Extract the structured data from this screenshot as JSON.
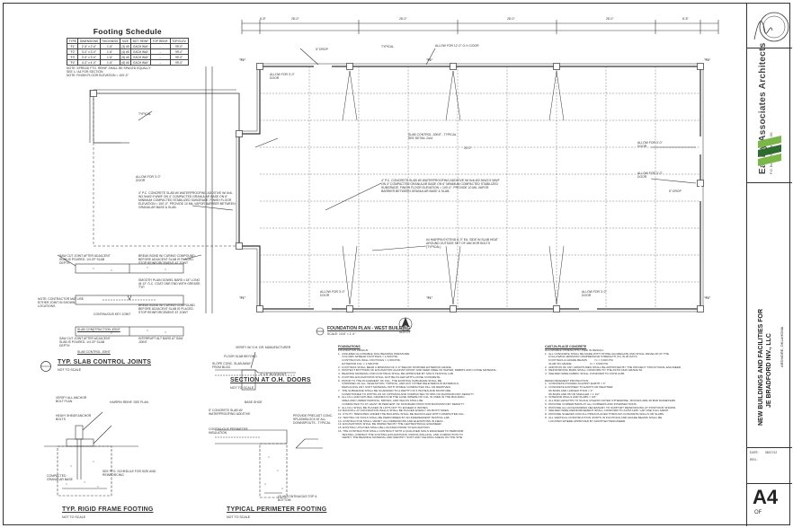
{
  "footing_schedule": {
    "title": "Footing Schedule",
    "headers": [
      "TYPE",
      "DIMENSIONS",
      "THICKNESS",
      "SIZE",
      "BOT. REINF.",
      "TOP REINF.",
      "TOP ELEV."
    ],
    "rows": [
      [
        "\"F1\"",
        "2'-6\" x 2'-6\"",
        "1'-6\"",
        "(3) #5",
        "EACH WAY",
        "--",
        "99'-0\""
      ],
      [
        "\"F2\"",
        "3'-0\" x 3'-0\"",
        "1'-6\"",
        "(4) #5",
        "EACH WAY",
        "--",
        "99'-0\""
      ],
      [
        "\"F3\"",
        "3'-6\" x 3'-6\"",
        "1'-6\"",
        "(5) #5",
        "EACH WAY",
        "--",
        "99'-0\""
      ],
      [
        "\"F4\"",
        "4'-0\" x 4'-0\"",
        "1'-6\"",
        "(6) #5",
        "EACH WAY",
        "--",
        "99'-0\""
      ]
    ],
    "note1": "NOTE: SPREAD FTG. REINF. SHALL BE SPACED EQUALLY",
    "note2": "SEE 1 / A4 FOR SECTION",
    "note3": "NOTE: FINISH FLOOR ELEVATION = 100'-0\""
  },
  "plan": {
    "title": "FOUNDATION PLAN - WEST BUILDING",
    "scale": "SCALE: 1/16\" = 1'-0\"",
    "north": "NORTH",
    "top_dims": [
      "8'-8\"",
      "28'-0\"",
      "28'-0\"",
      "28'-0\"",
      "28'-0\"",
      "8'-8\""
    ],
    "slab_note": "4\" P.C. CONCRETE SLAB W/ WATERPROOFING ADDITIVE W/ 6x6-W2.9xW2.9 WWF ON 4\" COMPACTED GRANULAR BASE ON 6\" MINIMUM COMPACTED STABILIZED SUBGRADE. FINISH FLOOR ELEVATION = 100'-0\". PROVIDE 10 MIL VAPOR BARRIER BETWEEN GRANULAR BASE & SLAB.",
    "joint_note": "SLAB CONTROL JOINT - TYPICAL SEE DETAIL 2/A4",
    "hairpin_note": "#4 HAIRPIN EXTEND 6'-0\" EA. SIDE IN SLAB HEAT AROUND OUTSIDE SET OF ANCHOR BOLTS (TYPICAL)",
    "allow_door": "ALLOW FOR 3'-0\" DOOR",
    "allow_oh": "ALLOW FOR 12'-0\" O.H. DOOR",
    "typical": "TYPICAL",
    "drop": "5\" DROP",
    "marks": [
      "\"F1\"",
      "\"F2\"",
      "\"F3\"",
      "\"F4\""
    ],
    "grid_dim": "25'-0\""
  },
  "details": {
    "slab_joint_title": "TYP. SLAB CONTROL JOINTS",
    "slab_joint_scale": "NOT TO SCALE",
    "slab_construction": "SLAB CONSTRUCTION JOINT",
    "slab_control": "SLAB CONTROL JOINT",
    "saw_cut": "SAW CUT JOINT AFTER ADJACENT SLAB IS POURED. 1/4 OF SLAB DEPTH",
    "break_bond": "BREAK BOND W/ CURING COMPOUND BEFORE ADJACENT SLAB IS PLACED. STOP REINFORCEMENT AT JOINT",
    "smooth_dowel": "SMOOTH PLAIN DOWEL BARS x 18\" LONG @ 12\" O.C. COAT ONE END WITH GREASE, TYP.",
    "continuous_key": "CONTINUOUS KEY JOINT",
    "contractor_note": "NOTE: CONTRACTOR MAY USE EITHER JOINT IN SHOWN LOCATIONS",
    "interrupt": "INTERRUPT ALT BARS AT SAW JOINT",
    "oh_title": "SECTION AT O.H. DOORS",
    "oh_scale": "NOT TO SCALE",
    "oh_notes": [
      "VERIFY W/ O.H. DR. MANUFACTURER",
      "FLOOR SLAB BEYOND",
      "SLOPE CONC. SLAB AWAY FROM BLDG.",
      "4\" x 8\" BLOCKOUT"
    ],
    "rigid_title": "TYP. RIGID FRAME FOOTING",
    "rigid_scale": "NOT TO SCALE",
    "rigid_notes": [
      "VERIFY ALL ANCHOR BOLT PLAN",
      "HAIRPIN REINF. SEE PLAN",
      "HEAVY SHEAR ANCHOR BOLTS",
      "SEE FTG. SCHEDULE FOR SIZE AND REINFORCING",
      "COMPACTED GRANULAR BASE"
    ],
    "perim_title": "TYPICAL PERIMETER FOOTING",
    "perim_scale": "NOT TO SCALE",
    "perim_notes": [
      "BASE SHOE",
      "5\" CONCRETE SLAB W/ WATERPROOFING ADDITIVE",
      "CONTINUOUS PERIMETER INSULATION",
      "PROVIDE PRECAST CONC. SPLASHBLOCK AT ALL DOWNSPOUTS - TYPICAL",
      "(2) #5 CONTINUOUS TOP & BOTTOM"
    ]
  },
  "foundations_notes": {
    "heading": "FOUNDATIONS",
    "lines": [
      "FOUNDATION DESIGN:",
      "1.  ASSUMED ALLOWABLE SOIL BEARING PRESSURE:",
      "     COLUMN SPREAD FOOTINGS = 1,500 PSF",
      "     CONTINUOUS WALL FOOTINGS = 1,500 PSF",
      "     EXTERIOR FILL = 1,500 PSF",
      "2.  FOOTINGS SHALL BEAR A MINIMUM OF 2'-0\" BELOW FINISHED EXTERIOR GRADE.",
      "3.  PROTECT BOTTOMS OF EXCAVATION AGAINST FROST AND KEEP FREE OF WATER, DEBRIS AND LOOSE MATERIAL.",
      "4.  BEARING MATERIAL FOR FOOTINGS SHALL BE APPROVED BY SOILS TESTING LAB.",
      "5.  FOOTING EXCAVATIONS SHALL NOT BE FILLED WITH LOOSE CONCRETE.",
      "6.  PRIOR TO THE PLACEMENT OF FILL, THE EXISTING SUBGRADE SHALL BE:",
      "     STRIPPED OF ALL VEGETATION, TOPSOIL, AND ANY OTHER DELETERIOUS MATERIALS.",
      "     REPLACING ANY SOFT MATERIAL WITH STABLE COMPACTED FILL OR REMOVED.",
      "7.  THE SUBGRADE SHALL BE SCARIFIED TO A DEPTH OF 6 INCHES AND MOISTURE",
      "     CONDITIONED TO WITHIN 2% OF OPTIMUM AND COMPACTED TO 95% OF MAXIMUM DRY DENSITY.",
      "8.  ALL FILL AND NATURAL GRADES FOR THE CASE WHERE NO FILL IS USED IN THE BUILDING",
      "     AREA AND UNDER PARKING, DRIVES, AND WALKS SHALL BE",
      "     COMPACTED TO AT LEAST 95 PERCENT OF STANDARD PROCTOR MAXIMUM DRY DENSITY.",
      "9.  ALL FILL SHALL BE PLACED IN LIFTS NOT TO EXCEED 8 INCHES.",
      "10. BACKFILL AT FOUNDATION WALLS SHALL BE PLACED EVENLY ON BOTH SIDES.",
      "11. UTILITY TRENCHES UNDER THE BUILDING SHALL BE BACKFILLED WITH COMPACTED FILL.",
      "12. TESTING OF SOILS SHALL BE PERFORMED BY AN INDEPENDENT TESTING LAB.",
      "13. CONTRACTOR SHALL VERIFY ALL DIMENSIONS AND ELEVATIONS IN FIELD.",
      "14. EXCAVATIONS SHALL BE INSPECTED BY THE GEOTECHNICAL ENGINEER.",
      "15. EXISTING UTILITIES SHALL BE LOCATED PRIOR TO EXCAVATION.",
      "16. THE CONTRACTOR SHALL CONTRACT WITH A QUALIFIED SOILS ENGINEER TO PERFORM",
      "     TESTING, INSPECT THE FOOTING EXCAVATIONS, PROOF-ROLLING, AND COMPACTION TO",
      "     VERIFY THE BEARING MATERIAL AND IDENTIFY SOFT AND YIELDING AREAS ON THE SITE."
    ]
  },
  "concrete_notes": {
    "heading": "CAST-IN-PLACE CONCRETE",
    "lines": [
      "ALLOWABLE STRENGTHS USED IN DESIGN:",
      "1.  ALL CONCRETE SHALL BE MADE WITH STONE AGGREGATE AND SHALL DEVELOP AT THE",
      "     FOLLOWING MINIMUM COMPRESSIVE STRENGTH (f'c) IN 28 DAYS:",
      "     FOOTINGS & GRADE BEAMS          f'c = 3,000 PSI",
      "     SLAB ON GRADE                        f'c = 3,500 PSI",
      "2.  ADDITION OF ANY ADMIXTURES SHALL BE APPROVED BY THE PROJECT STRUCTURAL ENGINEER.",
      "3.  REINFORCING BARS SHALL CONFORM TO THE ASTM A615 GRADE 60.",
      "4.  WELDED WIRE FABRIC SHALL CONFORM TO ASTM A185.",
      "",
      "REINFORCEMENT PROTECTION:",
      "1.  CONCRETE POURED AGAINST EARTH = 3\"",
      "2.  CONCRETE EXPOSED TO EARTH OR WEATHER:",
      "     #6 BARS AND LARGER THAN = 2\"",
      "     #5 BARS AND #5 OR SMALLER = 1 1/2\"",
      "3.  INTERIOR WALLS AND SLABS = 3/4\"",
      "4.  ALL BAR LENGTHS TO SCALE UNLESS NOTED OTHERWISE. SPLICES ARE 48 BAR DIAMETERS.",
      "5.  PROVIDE CORNER BARS AT ALL CORNERS AND INTERSECTIONS.",
      "6.  PROVIDE ALL ACCESSORIES NECESSARY TO SUPPORT REINFORCING AT POSITIONS SHOWN.",
      "7.  WELDED WIRE REINFORCEMENT SHALL CONFORM TO ASTM A185. LAP ONE FULL MESH.",
      "8.  PROVIDE SLEEVES FOR ALL PIPES PLACED THROUGH CONCRETE WALLS OR SLABS.",
      "9.  ALL VERTICAL CONSTRUCTION JOINTS IN FOOTINGS AND GRADE BEAMS SHALL BE",
      "     LOCATED WHERE APPROVED BY ARCHITECT/ENGINEER."
    ]
  },
  "title_block": {
    "firm_name": "Easley Associates Architects",
    "firm_sub": "P.O. Box 1000 · Ardmore, OK",
    "project_line1": "NEW BUILDINGS AND FACILITIES FOR",
    "project_line2": "JE BRADFORD INV., LLC",
    "location": "ARDMORE, OKLAHOMA",
    "date_label": "DATE:",
    "date_value": "08/17/12",
    "rev_label": "REV.:",
    "sheet_number": "A4",
    "sheet_of": "OF"
  },
  "colors": {
    "line": "#333333",
    "logo_green": "#7ab648",
    "logo_dark": "#2e6b2e"
  }
}
